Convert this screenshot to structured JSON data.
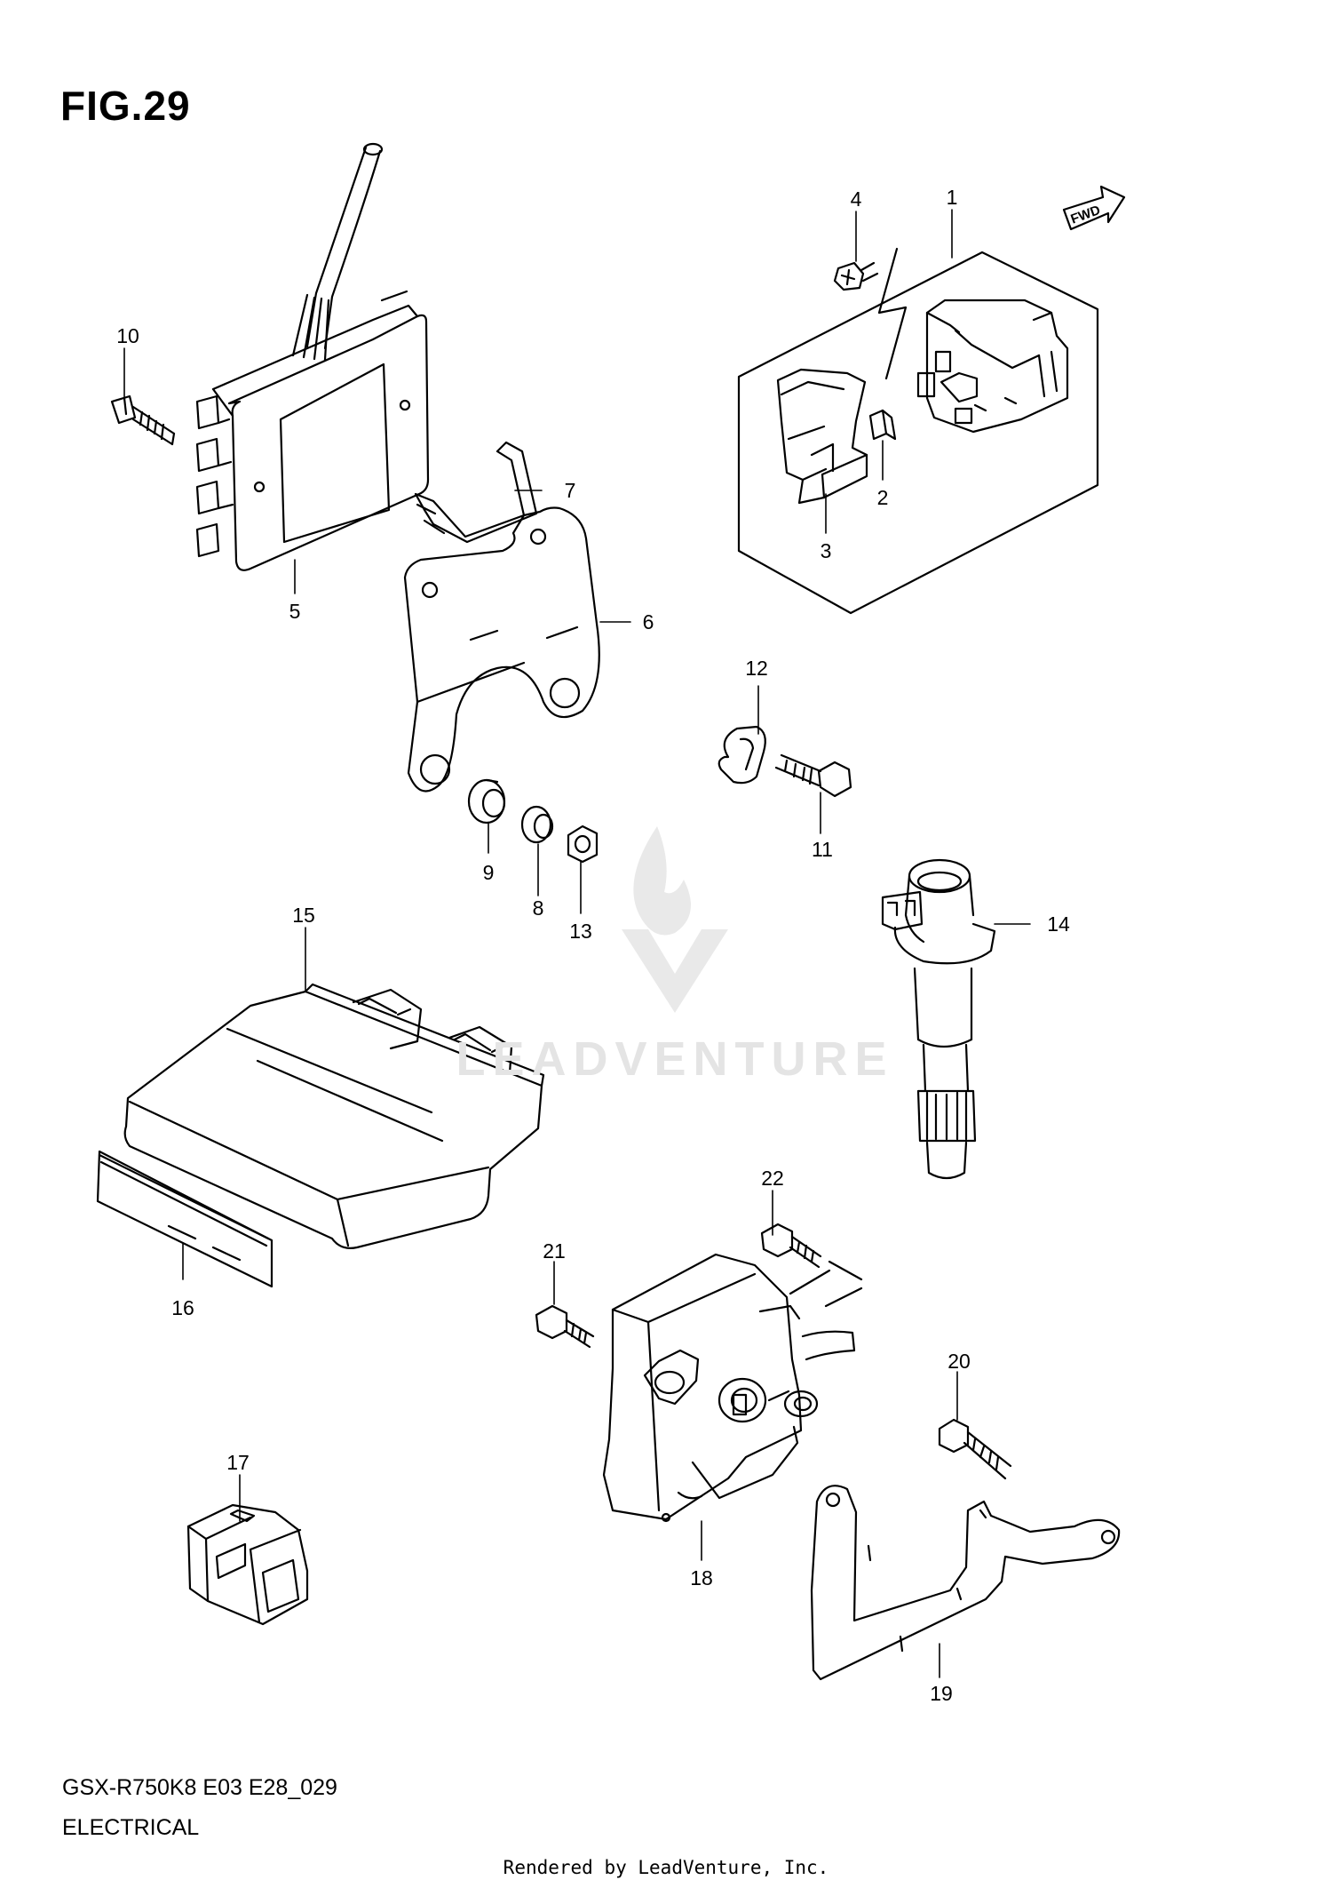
{
  "figure": {
    "title": "FIG.29"
  },
  "direction_tag": "FWD",
  "callouts": [
    "1",
    "2",
    "3",
    "4",
    "5",
    "6",
    "7",
    "8",
    "9",
    "10",
    "11",
    "12",
    "13",
    "14",
    "15",
    "16",
    "17",
    "18",
    "19",
    "20",
    "21",
    "22"
  ],
  "footer": {
    "model": "GSX-R750K8 E03 E28_029",
    "section": "ELECTRICAL",
    "rendered_by": "Rendered by LeadVenture, Inc."
  },
  "watermark": {
    "text": "LEADVENTURE"
  }
}
